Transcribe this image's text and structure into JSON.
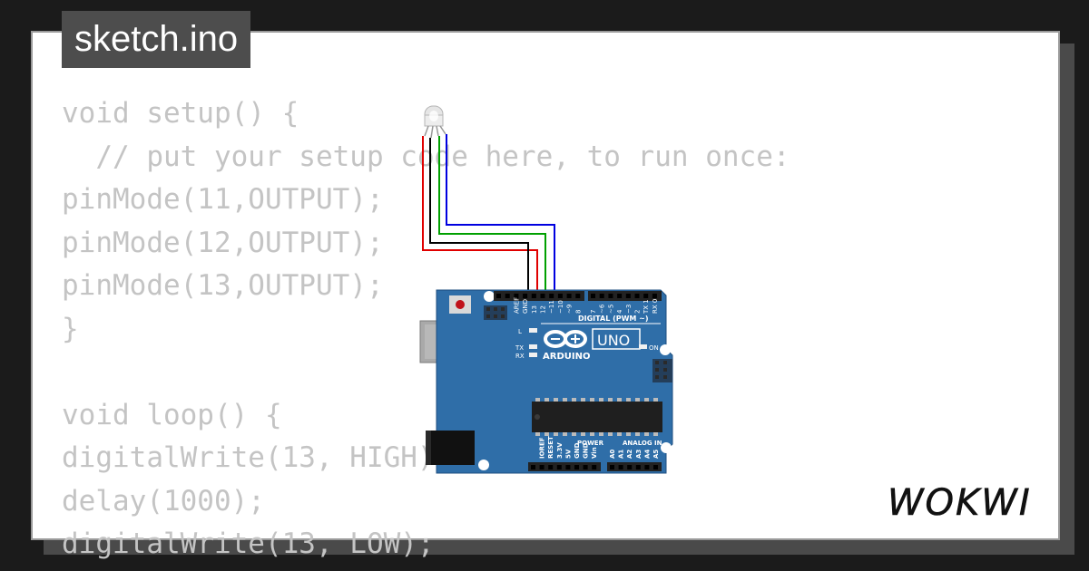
{
  "header": {
    "file_name": "sketch.ino"
  },
  "code_lines": [
    "void setup() {",
    "  // put your setup code here, to run once:",
    "pinMode(11,OUTPUT);",
    "pinMode(12,OUTPUT);",
    "pinMode(13,OUTPUT);",
    "}",
    "",
    "void loop() {",
    "digitalWrite(13, HIGH);",
    "delay(1000);",
    "digitalWrite(13, LOW);"
  ],
  "board": {
    "brand_text": "ARDUINO",
    "model_text": "UNO",
    "digital_label": "DIGITAL (PWM ~)",
    "power_label": "POWER",
    "analog_label": "ANALOG IN",
    "on_label": "ON",
    "l_label": "L",
    "tx_label": "TX",
    "rx_label": "RX",
    "top_pins": [
      "AREF",
      "GND",
      "13",
      "12",
      "~11",
      "~10",
      "~9",
      "8",
      "7",
      "~6",
      "~5",
      "4",
      "~3",
      "2",
      "TX 1",
      "RX 0"
    ],
    "power_pins": [
      "IOREF",
      "RESET",
      "3.3V",
      "5V",
      "GND",
      "GND",
      "Vin"
    ],
    "analog_pins": [
      "A0",
      "A1",
      "A2",
      "A3",
      "A4",
      "A5"
    ]
  },
  "wires": {
    "red": "#e00000",
    "black": "#000000",
    "green": "#00a000",
    "blue": "#0000e0"
  },
  "colors": {
    "pcb": "#2f6ea8",
    "pcb_dark": "#1f4f80"
  },
  "logo": {
    "text": "WOKWI"
  }
}
